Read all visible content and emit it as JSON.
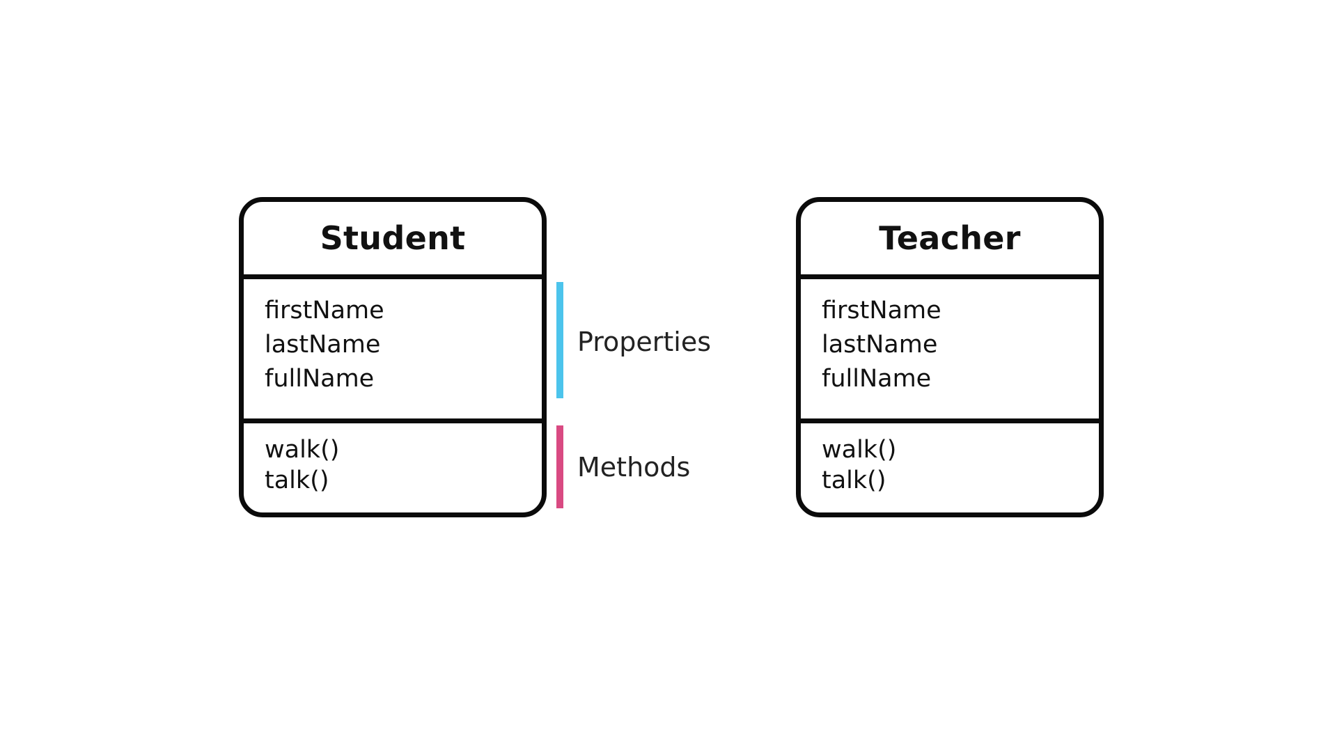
{
  "student": {
    "title": "Student",
    "properties": [
      "firstName",
      "lastName",
      "fullName"
    ],
    "methods": [
      "walk()",
      "talk()"
    ]
  },
  "teacher": {
    "title": "Teacher",
    "properties": [
      "firstName",
      "lastName",
      "fullName"
    ],
    "methods": [
      "walk()",
      "talk()"
    ]
  },
  "annotations": {
    "properties_label": "Properties",
    "methods_label": "Methods",
    "properties_color": "#4cc4ec",
    "methods_color": "#d94a82"
  }
}
